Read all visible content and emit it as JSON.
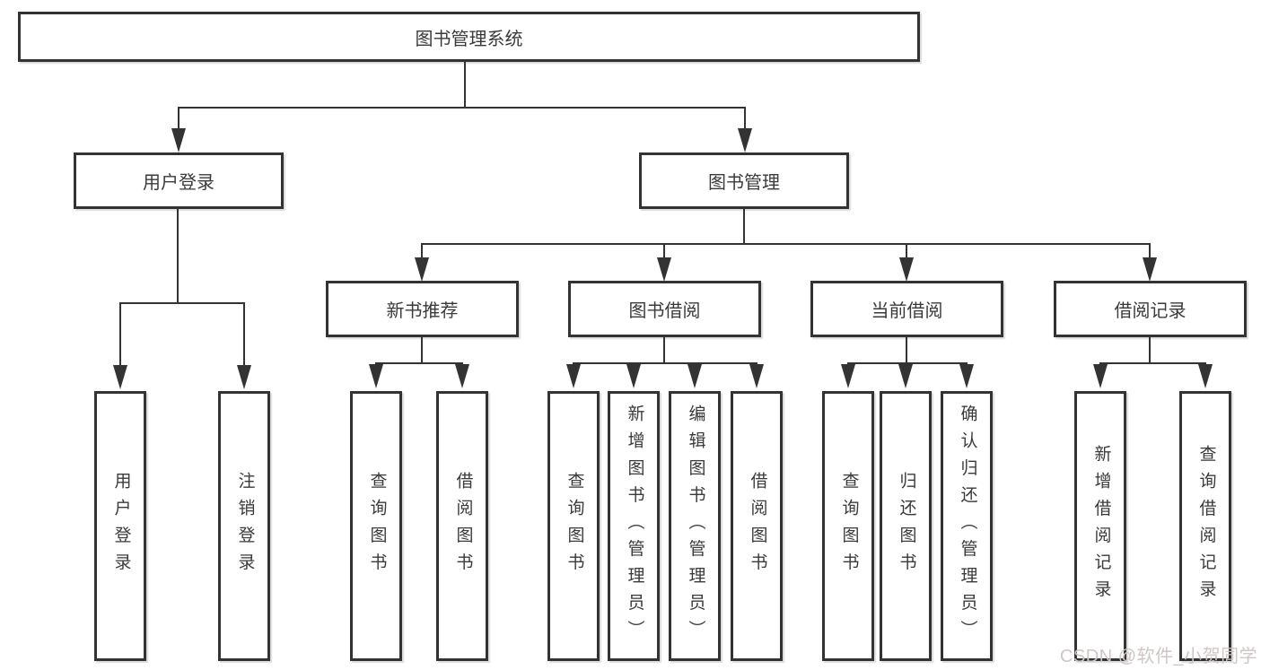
{
  "diagram": {
    "root": {
      "label": "图书管理系统"
    },
    "level2": [
      {
        "label": "用户登录"
      },
      {
        "label": "图书管理"
      }
    ],
    "level3": [
      {
        "label": "新书推荐"
      },
      {
        "label": "图书借阅"
      },
      {
        "label": "当前借阅"
      },
      {
        "label": "借阅记录"
      }
    ],
    "leaves": [
      {
        "label": "用户登录"
      },
      {
        "label": "注销登录"
      },
      {
        "label": "查询图书"
      },
      {
        "label": "借阅图书"
      },
      {
        "label": "查询图书"
      },
      {
        "label": "新增图书（管理员）"
      },
      {
        "label": "编辑图书（管理员）"
      },
      {
        "label": "借阅图书"
      },
      {
        "label": "查询图书"
      },
      {
        "label": "归还图书"
      },
      {
        "label": "确认归还（管理员）"
      },
      {
        "label": "新增借阅记录"
      },
      {
        "label": "查询借阅记录"
      }
    ],
    "watermark": "CSDN @软件_小贺同学",
    "colors": {
      "line": "#333333",
      "text": "#3a3a3a",
      "background": "#ffffff",
      "watermark": "#cfc6c6"
    }
  }
}
